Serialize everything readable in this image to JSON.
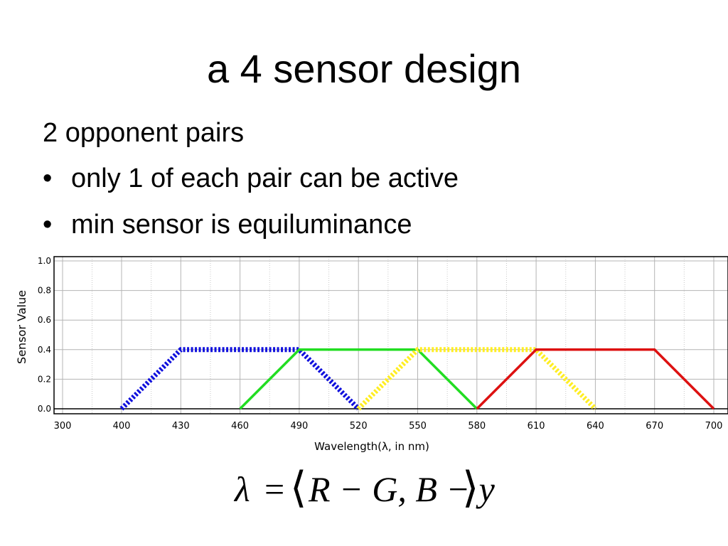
{
  "slide": {
    "title": "a 4 sensor design",
    "heading": "2 opponent pairs",
    "bullets": [
      "only 1 of each pair can be active",
      "min sensor is equiluminance"
    ],
    "bullet_glyph": "•"
  },
  "formula": {
    "lhs": "λ",
    "eq": "=",
    "open": "⟨",
    "body": "R − G, B − y",
    "close": "⟩"
  },
  "chart_data": {
    "type": "line",
    "title": "",
    "xlabel": "Wavelength(λ, in nm)",
    "ylabel": "Sensor Value",
    "xlim": [
      300,
      705
    ],
    "ylim": [
      0,
      1.0
    ],
    "x_ticks": [
      300,
      400,
      430,
      460,
      490,
      520,
      550,
      580,
      610,
      640,
      670,
      700
    ],
    "y_ticks": [
      "0.0",
      "0.2",
      "0.4",
      "0.6",
      "0.8",
      "1.0"
    ],
    "grid": true,
    "series": [
      {
        "color": "#1010dd",
        "dashed": true,
        "x": [
          400,
          430,
          490,
          520
        ],
        "y": [
          0,
          0.4,
          0.4,
          0
        ]
      },
      {
        "color": "#22dd22",
        "dashed": false,
        "x": [
          460,
          490,
          550,
          580
        ],
        "y": [
          0,
          0.4,
          0.4,
          0
        ]
      },
      {
        "color": "#ffee22",
        "dashed": true,
        "x": [
          520,
          550,
          610,
          640
        ],
        "y": [
          0,
          0.4,
          0.4,
          0
        ]
      },
      {
        "color": "#dd1111",
        "dashed": false,
        "x": [
          580,
          610,
          670,
          700
        ],
        "y": [
          0,
          0.4,
          0.4,
          0
        ]
      }
    ]
  }
}
